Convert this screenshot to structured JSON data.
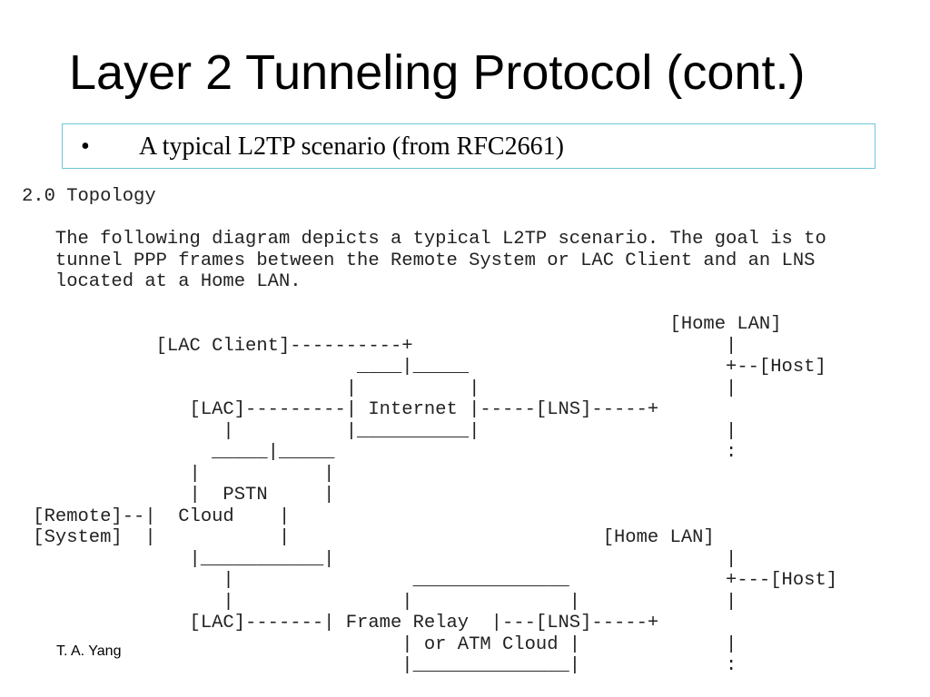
{
  "title": "Layer 2 Tunneling Protocol (cont.)",
  "bullet": {
    "marker": "•",
    "text": "A typical L2TP scenario (from RFC2661)"
  },
  "rfc_excerpt": "2.0 Topology\n\n   The following diagram depicts a typical L2TP scenario. The goal is to\n   tunnel PPP frames between the Remote System or LAC Client and an LNS\n   located at a Home LAN.\n\n                                                          [Home LAN]\n            [LAC Client]----------+                            |\n                              ____|_____                       +--[Host]\n                             |          |                      |\n               [LAC]---------| Internet |-----[LNS]-----+\n                  |          |__________|                      |\n                 _____|_____                                   :\n               |           |\n               |  PSTN     |\n [Remote]--|  Cloud    |\n [System]  |           |                            [Home LAN]\n               |___________|                                   |\n                  |                ______________              +---[Host]\n                  |               |              |             |\n               [LAC]-------| Frame Relay  |---[LNS]-----+\n                                  | or ATM Cloud |             |\n                                  |______________|             :",
  "footer": "T. A. Yang"
}
